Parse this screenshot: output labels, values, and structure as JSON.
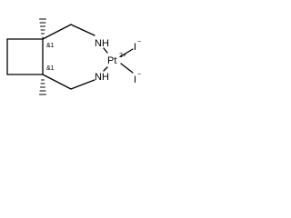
{
  "molecule": {
    "atoms": {
      "nh_top": "NH",
      "nh_bottom": "NH",
      "pt": "Pt",
      "pt_charge": "2+",
      "iodide_top": "I",
      "iodide_top_charge": "−",
      "iodide_bottom": "I",
      "iodide_bottom_charge": "−"
    },
    "stereo_labels": {
      "top": "&1",
      "bottom": "&1"
    },
    "bond_types": {
      "top_stereo_hash": "hashed-wedge",
      "bottom_stereo_hash": "hashed-wedge"
    }
  }
}
